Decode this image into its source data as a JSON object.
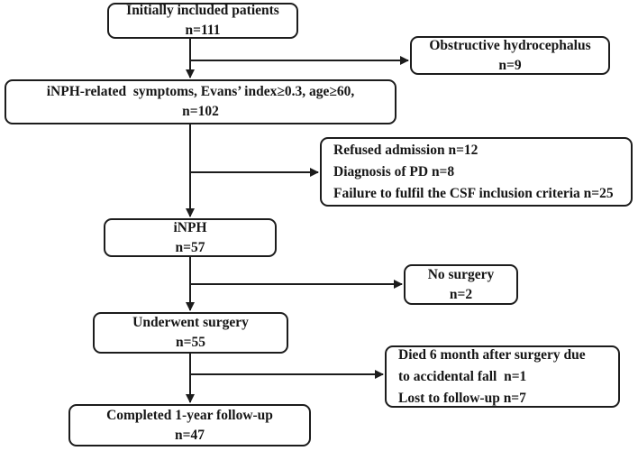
{
  "diagram": {
    "type": "flowchart",
    "topic": "iNPH patient selection flow",
    "colors": {
      "line": "#1c1c1c",
      "box_border": "#1c1c1c",
      "background": "#ffffff",
      "text": "#161616"
    },
    "boxes": {
      "initial": {
        "line1": "Initially included patients",
        "line2": "n=111"
      },
      "obstructive": {
        "line1": "Obstructive hydrocephalus",
        "line2": "n=9"
      },
      "inph_related": {
        "line1": "iNPH-related  symptoms, Evans’ index≥0.3, age≥60,",
        "line2": "n=102"
      },
      "exclusions1": {
        "line1": "Refused admission n=12",
        "line2": "Diagnosis of PD n=8",
        "line3": "Failure to fulfil the CSF inclusion criteria n=25"
      },
      "inph": {
        "line1": "iNPH",
        "line2": "n=57"
      },
      "no_surgery": {
        "line1": "No surgery",
        "line2": "n=2"
      },
      "surgery": {
        "line1": "Underwent surgery",
        "line2": "n=55"
      },
      "exclusions2": {
        "line1": "Died 6 month after surgery due",
        "line2": "to accidental fall  n=1",
        "line3": "Lost to follow-up n=7"
      },
      "completed": {
        "line1": "Completed 1-year follow-up",
        "line2": "n=47"
      }
    },
    "edges": [
      "initial -> inph_related",
      "initial -> obstructive",
      "inph_related -> inph",
      "inph_related -> exclusions1",
      "inph -> surgery",
      "inph -> no_surgery",
      "surgery -> completed",
      "surgery -> exclusions2"
    ]
  }
}
